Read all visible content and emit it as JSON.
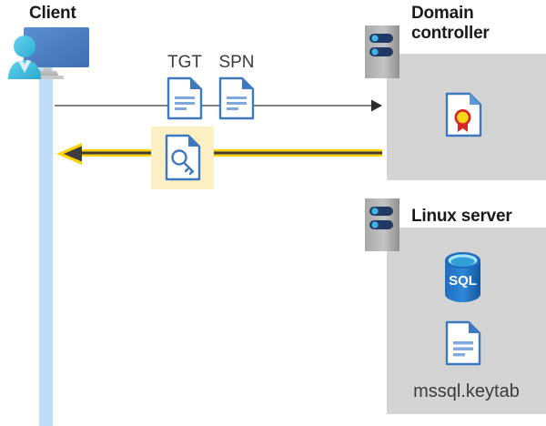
{
  "diagram": {
    "title_client": "Client",
    "title_domain_controller": "Domain\ncontroller",
    "title_domain_controller_line1": "Domain",
    "title_domain_controller_line2": "controller",
    "title_linux_server": "Linux server",
    "label_tgt": "TGT",
    "label_spn": "SPN",
    "label_keytab_file": "mssql.keytab",
    "label_sql_icon": "SQL",
    "icons": {
      "client": "user-with-monitor-icon",
      "tgt_document": "document-icon",
      "spn_document": "document-icon",
      "key_document": "key-document-icon",
      "domain_controller_server": "server-icon",
      "linux_server": "server-icon",
      "certificate": "certificate-document-icon",
      "sql_database": "sql-database-icon",
      "keytab_document": "document-icon"
    },
    "flows": [
      {
        "name": "request-flow",
        "direction": "client-to-domain-controller",
        "style": "thin-gray-arrow",
        "color": "#595959"
      },
      {
        "name": "response-flow",
        "direction": "domain-controller-to-client",
        "style": "thick-yellow-arrow",
        "color": "#ffd200"
      }
    ],
    "colors": {
      "panel_gray": "#d4d4d4",
      "lifeline_blue": "#bfdcfb",
      "highlight_yellow": "#fdf0c4",
      "arrow_yellow": "#ffd200",
      "arrow_gray": "#595959",
      "doc_blue": "#3e79c0",
      "sql_blue": "#1f6dc0",
      "accent_cyan": "#41b6e6",
      "monitor_blue": "#4a7ebb",
      "cert_gold": "#f9d616",
      "cert_red": "#d8252a",
      "server_navy": "#1f3864"
    }
  }
}
